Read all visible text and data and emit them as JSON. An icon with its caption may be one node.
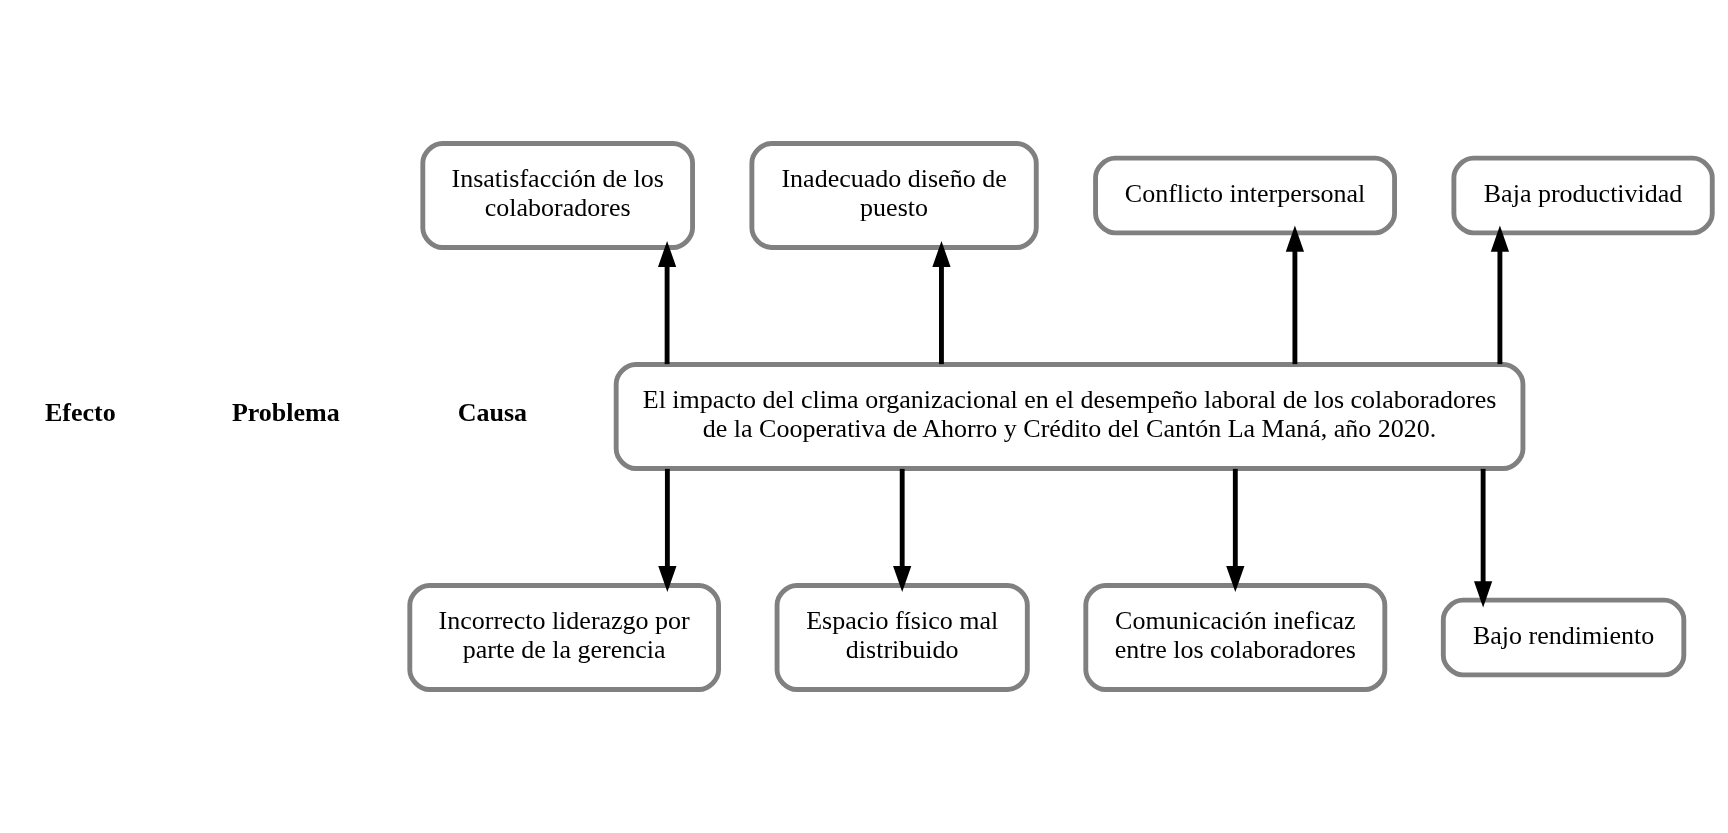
{
  "diagram": {
    "nodes": [
      {
        "text": [
          "Insatisfacción de los colaboradores"
        ]
      },
      {
        "text": [
          "Inadecuado diseño de puesto"
        ]
      },
      {
        "text": [
          "Conflicto interpersonal"
        ]
      },
      {
        "text": [
          "Baja productividad"
        ]
      },
      {
        "text": [
          "El impacto del clima organizacional en el desempeño laboral de los colaboradores de la Cooperativa de Ahorro y Crédito del Cantón La Maná, año 2020."
        ]
      },
      {
        "text": [
          "Incorrecto liderazgo por parte de la gerencia"
        ]
      },
      {
        "text": [
          "Espacio físico mal distribuido"
        ]
      },
      {
        "text": [
          "Comunicación ineficaz entre los colaboradores"
        ]
      },
      {
        "text": [
          "Bajo rendimiento"
        ]
      }
    ],
    "edges": [
      {
        "from": 4,
        "to": 0,
        "arrow": "to"
      },
      {
        "from": 4,
        "to": 1,
        "arrow": "to"
      },
      {
        "from": 4,
        "to": 2,
        "arrow": "to"
      },
      {
        "from": 4,
        "to": 3,
        "arrow": "to"
      },
      {
        "from": 4,
        "to": 5,
        "arrow": "to"
      },
      {
        "from": 4,
        "to": 6,
        "arrow": "to"
      },
      {
        "from": 4,
        "to": 7,
        "arrow": "to"
      },
      {
        "from": 4,
        "to": 8,
        "arrow": "to"
      }
    ],
    "labels": [
      "Efecto",
      "Problema",
      "Causa"
    ]
  }
}
